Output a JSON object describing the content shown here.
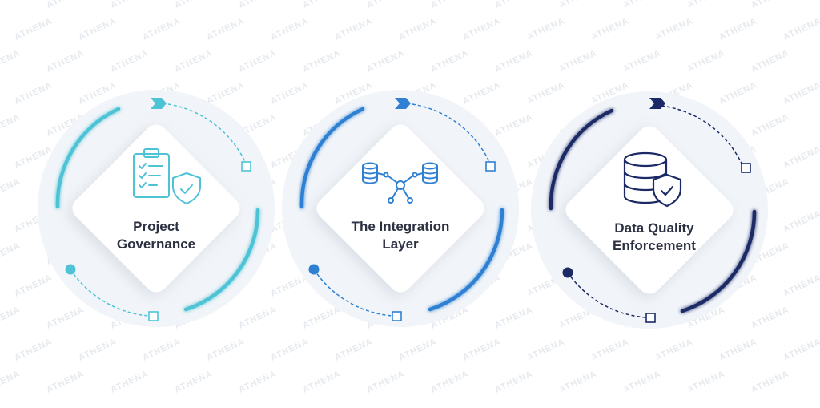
{
  "watermark": {
    "text": "ATHENA"
  },
  "cards": [
    {
      "title_line1": "Project",
      "title_line2": "Governance",
      "icon": "clipboard-shield-icon",
      "color": "#4fc3d6"
    },
    {
      "title_line1": "The Integration",
      "title_line2": "Layer",
      "icon": "database-network-icon",
      "color": "#2f80d3"
    },
    {
      "title_line1": "Data Quality",
      "title_line2": "Enforcement",
      "icon": "database-shield-icon",
      "color": "#1b2a66"
    }
  ]
}
